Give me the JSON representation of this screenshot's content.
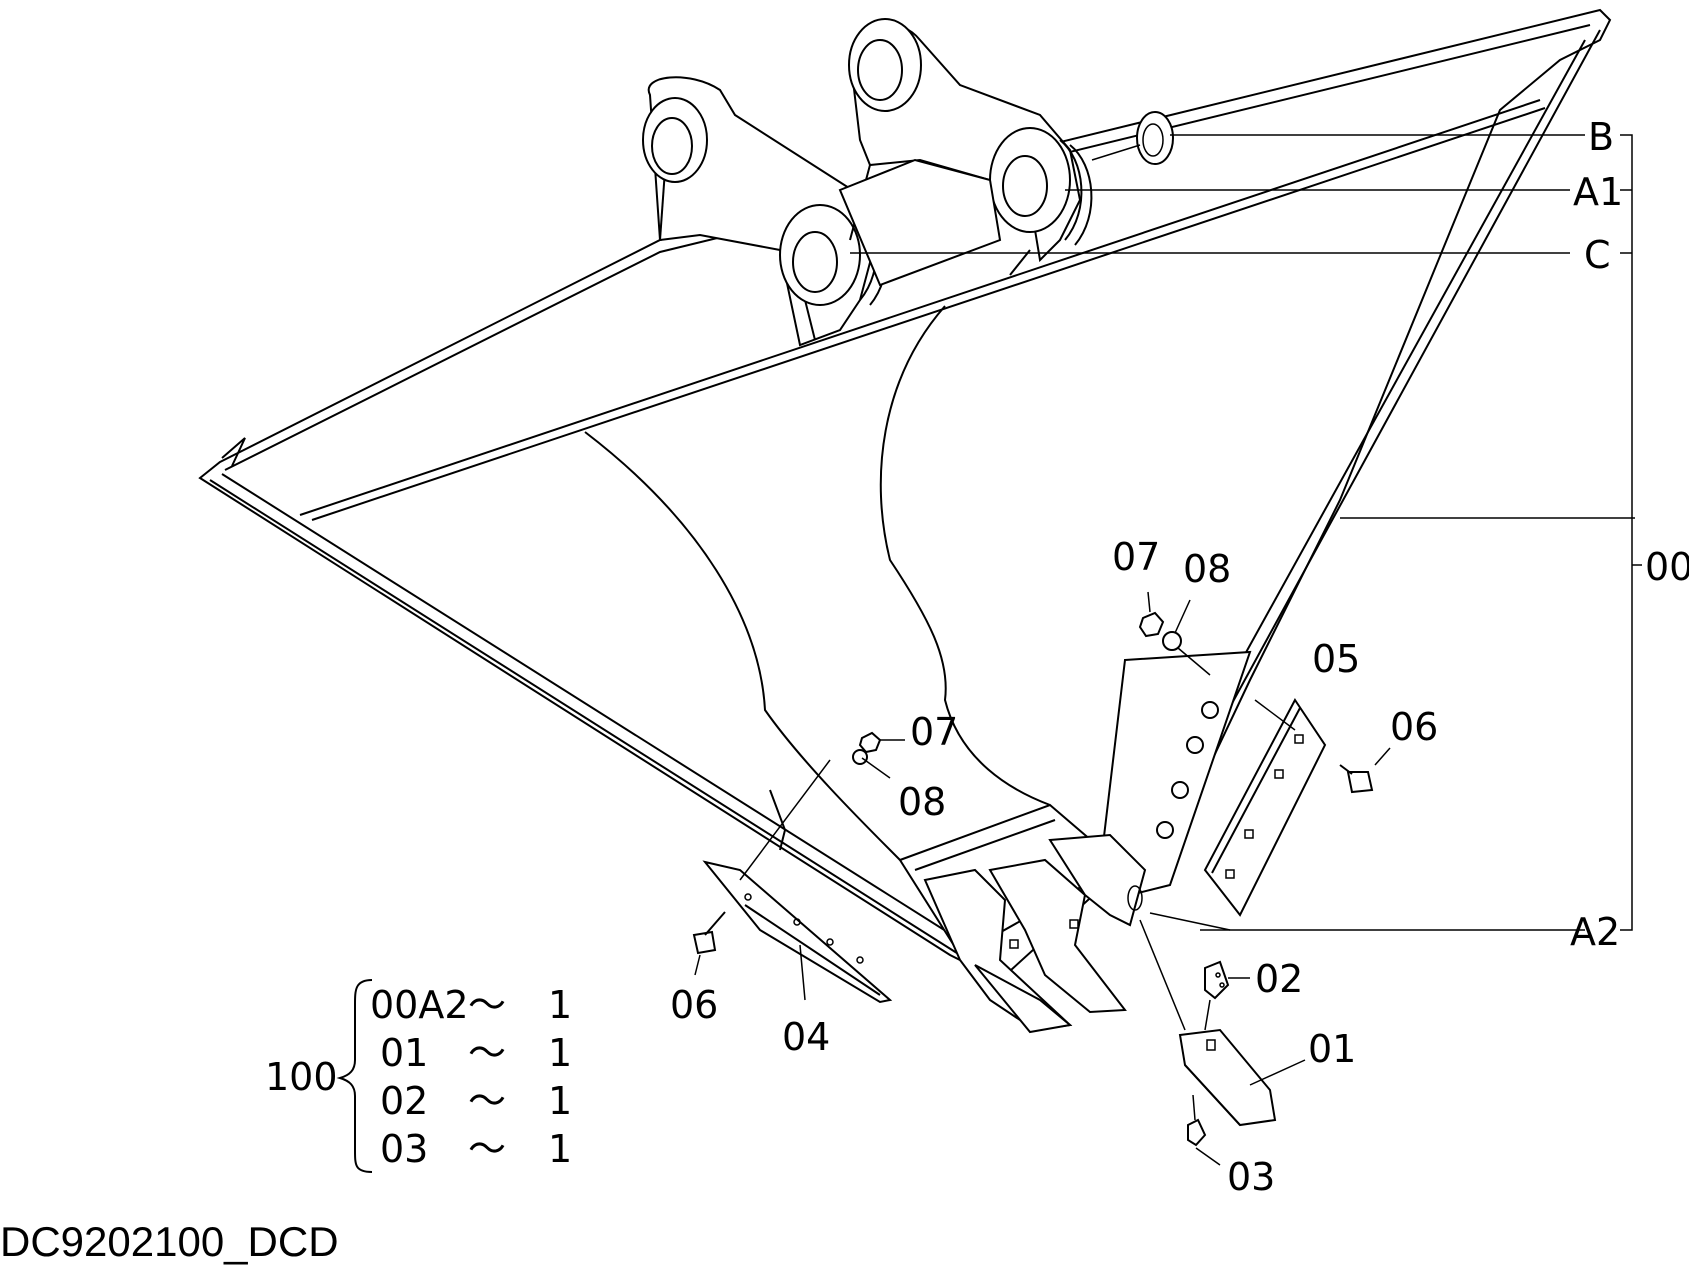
{
  "callouts": {
    "B": "B",
    "A1": "A1",
    "C": "C",
    "A2": "A2",
    "assembly": "00",
    "p01": "01",
    "p02": "02",
    "p03": "03",
    "p04": "04",
    "p05": "05",
    "p06_left": "06",
    "p06_right": "06",
    "p07_upper": "07",
    "p07_lower": "07",
    "p08_upper": "08",
    "p08_lower": "08"
  },
  "kit": {
    "number": "100",
    "rows": [
      {
        "part": "00A2",
        "symbol": "〜",
        "qty": "1"
      },
      {
        "part": "01",
        "symbol": "〜",
        "qty": "1"
      },
      {
        "part": "02",
        "symbol": "〜",
        "qty": "1"
      },
      {
        "part": "03",
        "symbol": "〜",
        "qty": "1"
      }
    ]
  },
  "drawing_code": "DC9202100_DCD"
}
